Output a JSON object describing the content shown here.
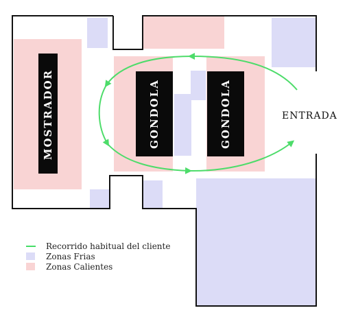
{
  "colors": {
    "path": "#4ddc6a",
    "cold": "#dcdcf7",
    "hot": "#f9d4d4",
    "wall": "#111111",
    "block": "#0a0a0a",
    "text_light": "#ffffff"
  },
  "blocks": {
    "mostrador": "MOSTRADOR",
    "gondola_left": "GONDOLA",
    "gondola_right": "GONDOLA"
  },
  "entrance_label": "ENTRADA",
  "legend": {
    "path": "Recorrido habitual del cliente",
    "cold": "Zonas Frias",
    "hot": "Zonas Calientes"
  }
}
